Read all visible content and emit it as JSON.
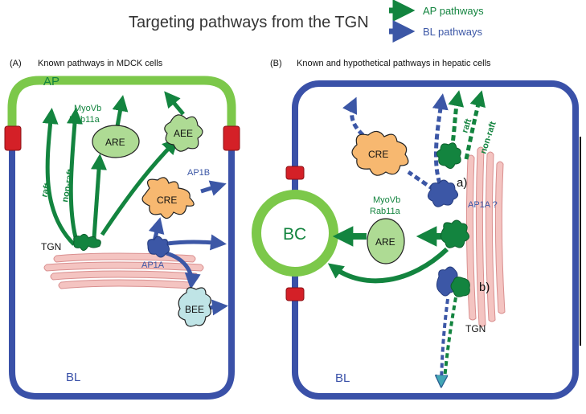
{
  "title": "Targeting pathways from the TGN",
  "legend": {
    "ap": "AP pathways",
    "bl": "BL pathways"
  },
  "colors": {
    "green_arrow": "#13843f",
    "blue_arrow": "#3c57a6",
    "membrane_green": "#7cc84a",
    "membrane_blue": "#3a51a8",
    "junction_red": "#d42027",
    "ER_pink": "#f4c4c1",
    "CRE_orange": "#f7b870",
    "ARE_green": "#aedb94",
    "BEE_teal": "#bfe4e6"
  },
  "panel_a": {
    "label": "(A)",
    "caption": "Known pathways in MDCK cells",
    "ap": "AP",
    "bl": "BL",
    "myovb": "MyoVb",
    "rab11a": "Rab11a",
    "raft": "raft",
    "nonraft": "non-raft",
    "are": "ARE",
    "aee": "AEE",
    "cre": "CRE",
    "ap1b": "AP1B",
    "tgn": "TGN",
    "ap1a": "AP1A",
    "bee": "BEE"
  },
  "panel_b": {
    "label": "(B)",
    "caption": "Known and hypothetical pathways in hepatic cells",
    "bc": "BC",
    "are": "ARE",
    "cre": "CRE",
    "myovb": "MyoVb",
    "rab11a": "Rab11a",
    "raft": "raft",
    "nonraft": "non-raft",
    "ap1a": "AP1A ?",
    "a": "a)",
    "b": "b)",
    "tgn": "TGN",
    "bl": "BL"
  }
}
